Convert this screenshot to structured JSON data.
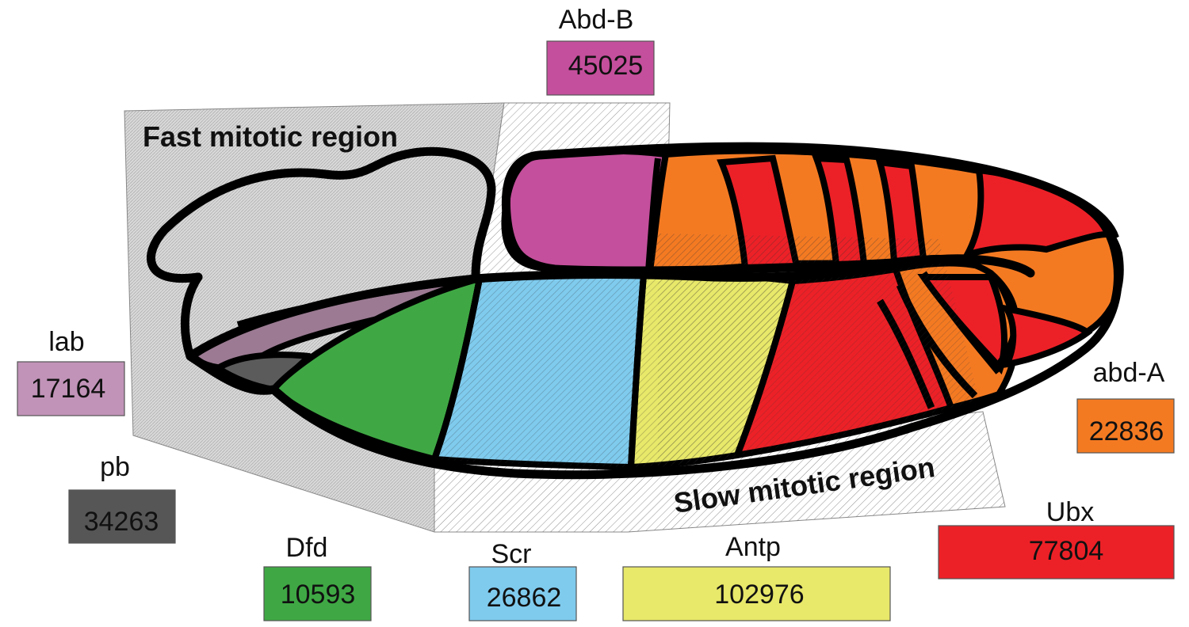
{
  "regions": {
    "fast": "Fast mitotic region",
    "slow": "Slow mitotic region"
  },
  "genes": {
    "abdB": {
      "name": "Abd-B",
      "count": "45025",
      "color": "#c44f9c"
    },
    "lab": {
      "name": "lab",
      "count": "17164",
      "color": "#c193b8"
    },
    "pb": {
      "name": "pb",
      "count": "34263",
      "color": "#565656"
    },
    "dfd": {
      "name": "Dfd",
      "count": "10593",
      "color": "#3fa844"
    },
    "scr": {
      "name": "Scr",
      "count": "26862",
      "color": "#7fcbee"
    },
    "antp": {
      "name": "Antp",
      "count": "102976",
      "color": "#e8e86a"
    },
    "ubx": {
      "name": "Ubx",
      "count": "77804",
      "color": "#ec2127"
    },
    "abdA": {
      "name": "abd-A",
      "count": "22836",
      "color": "#f47a22"
    }
  }
}
